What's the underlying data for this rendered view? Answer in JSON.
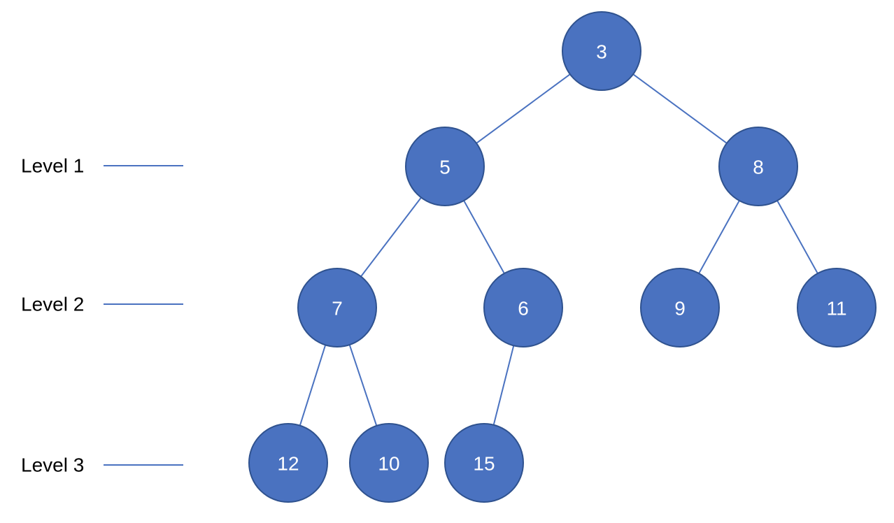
{
  "levels": [
    {
      "id": "level-1",
      "label": "Level 1"
    },
    {
      "id": "level-2",
      "label": "Level 2"
    },
    {
      "id": "level-3",
      "label": "Level 3"
    }
  ],
  "nodes": [
    {
      "id": "n3",
      "label": "3"
    },
    {
      "id": "n5",
      "label": "5"
    },
    {
      "id": "n8",
      "label": "8"
    },
    {
      "id": "n7",
      "label": "7"
    },
    {
      "id": "n6",
      "label": "6"
    },
    {
      "id": "n9",
      "label": "9"
    },
    {
      "id": "n11",
      "label": "11"
    },
    {
      "id": "n12",
      "label": "12"
    },
    {
      "id": "n10",
      "label": "10"
    },
    {
      "id": "n15",
      "label": "15"
    }
  ],
  "edges": [
    {
      "from": "n3",
      "to": "n5"
    },
    {
      "from": "n3",
      "to": "n8"
    },
    {
      "from": "n5",
      "to": "n7"
    },
    {
      "from": "n5",
      "to": "n6"
    },
    {
      "from": "n8",
      "to": "n9"
    },
    {
      "from": "n8",
      "to": "n11"
    },
    {
      "from": "n7",
      "to": "n12"
    },
    {
      "from": "n7",
      "to": "n10"
    },
    {
      "from": "n6",
      "to": "n15"
    }
  ],
  "colors": {
    "node_fill": "#4a72c0",
    "node_stroke": "#2f528f",
    "edge": "#4a72c0",
    "node_text": "#ffffff",
    "level_text": "#000000"
  }
}
